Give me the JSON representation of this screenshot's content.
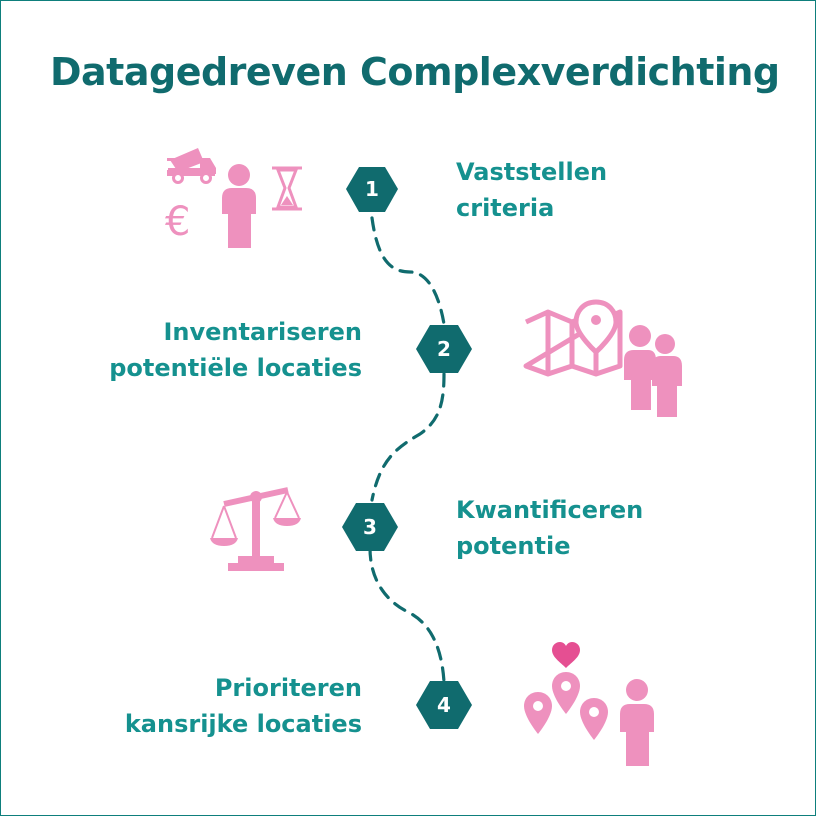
{
  "title": "Datagedreven Complexverdichting",
  "steps": [
    {
      "number": "1",
      "line1": "Vaststellen",
      "line2": "criteria"
    },
    {
      "number": "2",
      "line1": "Inventariseren",
      "line2": "potentiële locaties"
    },
    {
      "number": "3",
      "line1": "Kwantificeren",
      "line2": "potentie"
    },
    {
      "number": "4",
      "line1": "Prioriteren",
      "line2": "kansrijke locaties"
    }
  ],
  "icons": {
    "step1": [
      "cement-truck-icon",
      "euro-icon",
      "person-icon",
      "hourglass-icon"
    ],
    "step2": [
      "folded-map-icon",
      "map-pin-icon",
      "two-people-icon"
    ],
    "step3": [
      "balance-scale-icon"
    ],
    "step4": [
      "heart-icon",
      "map-pins-icon",
      "person-icon"
    ]
  },
  "colors": {
    "primary": "#106b6e",
    "accent": "#15918f",
    "pink": "#ee91be",
    "heart": "#e54f92",
    "frame": "#0e7f7c"
  }
}
